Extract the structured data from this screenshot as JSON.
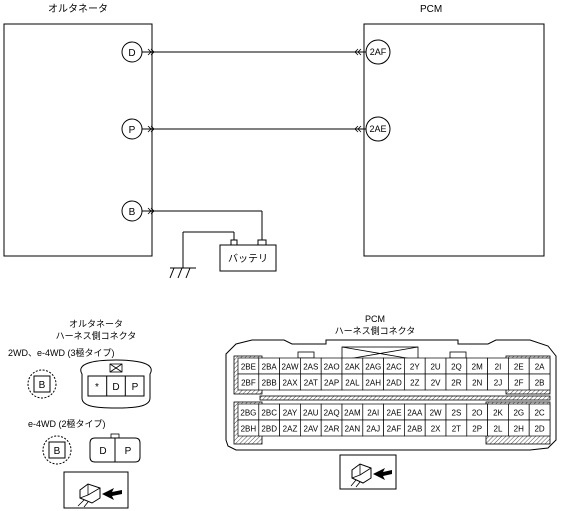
{
  "wiring": {
    "alternator_title": "オルタネータ",
    "pcm_title": "PCM",
    "alt_terminals": [
      "D",
      "P",
      "B"
    ],
    "pcm_terminals": [
      "2AF",
      "2AE"
    ],
    "battery_label": "バッテリ"
  },
  "alt_connector": {
    "title_line1": "オルタネータ",
    "title_line2": "ハーネス側コネクタ",
    "variant1_label": "2WD、e-4WD (3極タイプ)",
    "variant1_key": "B",
    "variant1_pins": [
      "*",
      "D",
      "P"
    ],
    "variant2_label": "e-4WD (2極タイプ)",
    "variant2_key": "B",
    "variant2_pins": [
      "D",
      "P"
    ]
  },
  "pcm_connector": {
    "title_line1": "PCM",
    "title_line2": "ハーネス側コネクタ",
    "rows": [
      [
        "2BE",
        "2BA",
        "2AW",
        "2AS",
        "2AO",
        "2AK",
        "2AG",
        "2AC",
        "2Y",
        "2U",
        "2Q",
        "2M",
        "2I",
        "2E",
        "2A"
      ],
      [
        "2BF",
        "2BB",
        "2AX",
        "2AT",
        "2AP",
        "2AL",
        "2AH",
        "2AD",
        "2Z",
        "2V",
        "2R",
        "2N",
        "2J",
        "2F",
        "2B"
      ],
      [
        "2BG",
        "2BC",
        "2AY",
        "2AU",
        "2AQ",
        "2AM",
        "2AI",
        "2AE",
        "2AA",
        "2W",
        "2S",
        "2O",
        "2K",
        "2G",
        "2C"
      ],
      [
        "2BH",
        "2BD",
        "2AZ",
        "2AV",
        "2AR",
        "2AN",
        "2AJ",
        "2AF",
        "2AB",
        "2X",
        "2T",
        "2P",
        "2L",
        "2H",
        "2D"
      ]
    ]
  }
}
